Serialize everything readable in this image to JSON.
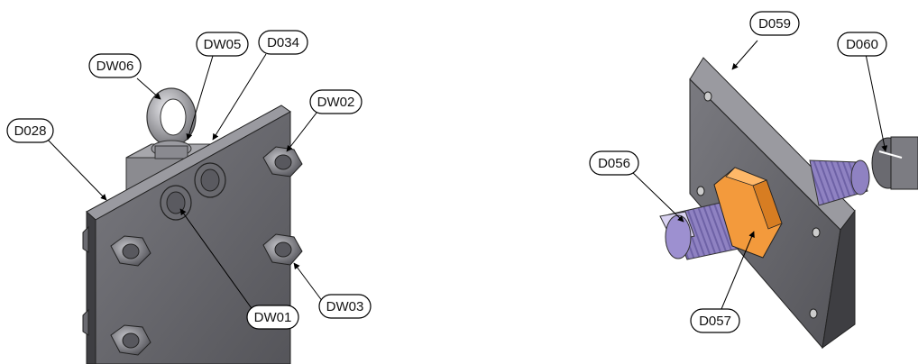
{
  "left_assembly": {
    "callouts": [
      {
        "key": "dw06",
        "label": "DW06"
      },
      {
        "key": "dw05",
        "label": "DW05"
      },
      {
        "key": "d034",
        "label": "D034"
      },
      {
        "key": "dw02",
        "label": "DW02"
      },
      {
        "key": "d028",
        "label": "D028"
      },
      {
        "key": "dw01",
        "label": "DW01"
      },
      {
        "key": "dw03",
        "label": "DW03"
      }
    ]
  },
  "right_assembly": {
    "callouts": [
      {
        "key": "d059",
        "label": "D059"
      },
      {
        "key": "d060",
        "label": "D060"
      },
      {
        "key": "d056",
        "label": "D056"
      },
      {
        "key": "d057",
        "label": "D057"
      }
    ]
  },
  "colors": {
    "plate_face": "#6c6c70",
    "plate_edge": "#3e3e42",
    "bolt": "#8a8a90",
    "thread": "#8f82c2",
    "nut_orange": "#f39a3c",
    "eye_bolt": "#a8a8ac"
  }
}
